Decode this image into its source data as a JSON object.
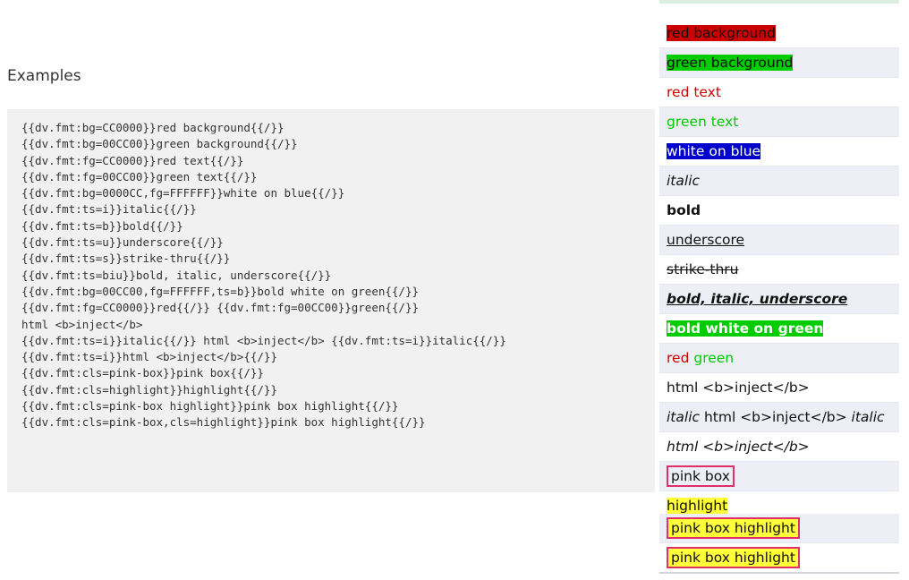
{
  "heading": "Examples",
  "code_lines": [
    "{{dv.fmt:bg=CC0000}}red background{{/}}",
    "{{dv.fmt:bg=00CC00}}green background{{/}}",
    "{{dv.fmt:fg=CC0000}}red text{{/}}",
    "{{dv.fmt:fg=00CC00}}green text{{/}}",
    "{{dv.fmt:bg=0000CC,fg=FFFFFF}}white on blue{{/}}",
    "{{dv.fmt:ts=i}}italic{{/}}",
    "{{dv.fmt:ts=b}}bold{{/}}",
    "{{dv.fmt:ts=u}}underscore{{/}}",
    "{{dv.fmt:ts=s}}strike-thru{{/}}",
    "{{dv.fmt:ts=biu}}bold, italic, underscore{{/}}",
    "{{dv.fmt:bg=00CC00,fg=FFFFFF,ts=b}}bold white on green{{/}}",
    "{{dv.fmt:fg=CC0000}}red{{/}} {{dv.fmt:fg=00CC00}}green{{/}}",
    "html <b>inject</b>",
    "{{dv.fmt:ts=i}}italic{{/}} html <b>inject</b> {{dv.fmt:ts=i}}italic{{/}}",
    "{{dv.fmt:ts=i}}html <b>inject</b>{{/}}",
    "{{dv.fmt:cls=pink-box}}pink box{{/}}",
    "{{dv.fmt:cls=highlight}}highlight{{/}}",
    "{{dv.fmt:cls=pink-box highlight}}pink box highlight{{/}}",
    "{{dv.fmt:cls=pink-box,cls=highlight}}pink box highlight{{/}}"
  ],
  "results": {
    "red_background": "red background",
    "green_background": "green background",
    "red_text": "red text",
    "green_text": "green text",
    "white_on_blue": "white on blue",
    "italic": "italic",
    "bold": "bold",
    "underscore": "underscore",
    "strike_thru": "strike-thru",
    "bold_italic_underscore": "bold, italic, underscore",
    "bold_white_on_green": "bold white on green",
    "red": "red",
    "green": "green",
    "html_inject": "html <b>inject</b>",
    "italic_left": "italic",
    "html_inject_mid": " html <b>inject</b> ",
    "italic_right": "italic",
    "italic_html_inject": "html <b>inject</b>",
    "pink_box": "pink box",
    "highlight": "highlight",
    "pink_box_highlight_1": "pink box highlight",
    "pink_box_highlight_2": "pink box highlight"
  },
  "colors": {
    "red": "#CC0000",
    "green": "#00CC00",
    "blue": "#0000CC",
    "white": "#FFFFFF",
    "pink_border": "#E0306A",
    "highlight_yellow": "#FFFF3A",
    "row_shade": "#EEEFF6"
  }
}
